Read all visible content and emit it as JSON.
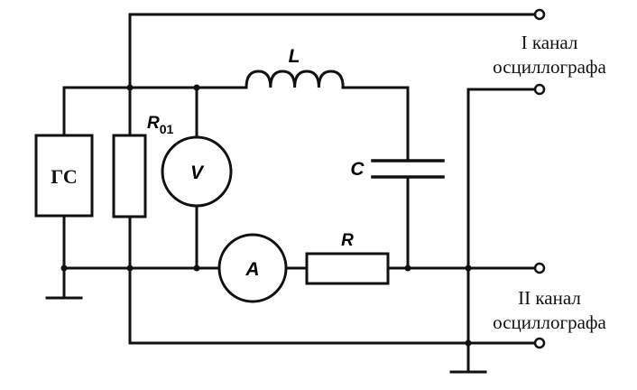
{
  "components": {
    "generator": "ГС",
    "resistor_r01": "R",
    "resistor_r01_sub": "01",
    "inductor": "L",
    "capacitor": "C",
    "voltmeter": "V",
    "ammeter": "A",
    "resistor_r": "R"
  },
  "outputs": {
    "channel1_line1": "I канал",
    "channel1_line2": "осциллографа",
    "channel2_line1": "II канал",
    "channel2_line2": "осциллографа"
  },
  "colors": {
    "ink": "#111111",
    "background": "#ffffff"
  }
}
